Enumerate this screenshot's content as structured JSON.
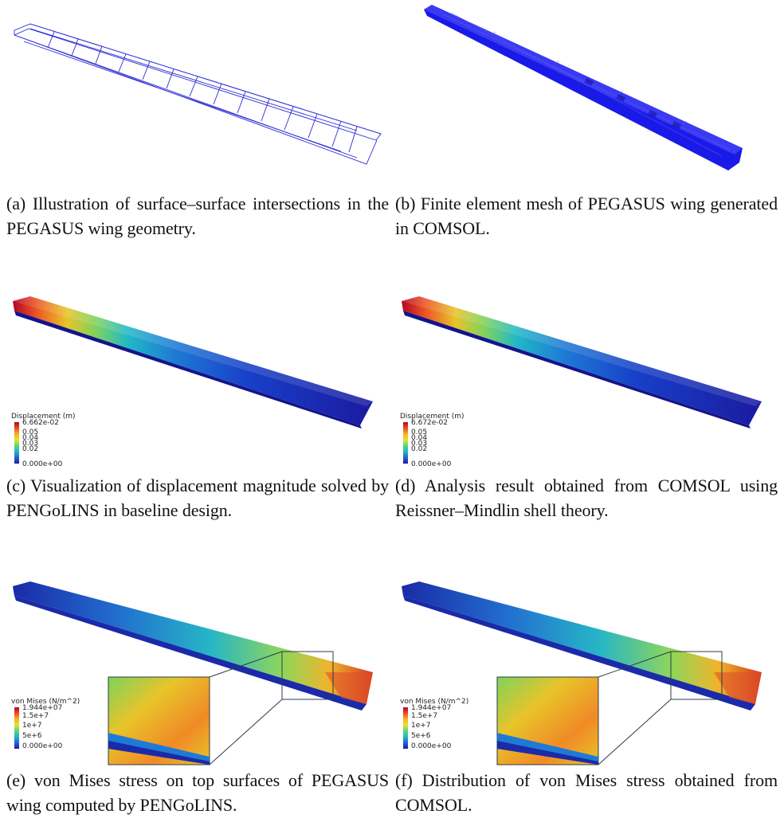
{
  "panels": [
    {
      "id": "a",
      "caption": "(a) Illustration of surface–surface intersections in the PEGASUS wing geometry."
    },
    {
      "id": "b",
      "caption": "(b) Finite element mesh of PEGASUS wing generated in COMSOL."
    },
    {
      "id": "c",
      "caption": "(c) Visualization of displacement magnitude solved by PENGoLINS in baseline design.",
      "legend": {
        "title": "Displacement (m)",
        "ticks": [
          "6.662e-02",
          "0.05",
          "0.04",
          "0.03",
          "0.02",
          "0.000e+00"
        ]
      }
    },
    {
      "id": "d",
      "caption": "(d) Analysis result obtained from COMSOL using Reissner–Mindlin shell theory.",
      "legend": {
        "title": "Displacement (m)",
        "ticks": [
          "6.672e-02",
          "0.05",
          "0.04",
          "0.03",
          "0.02",
          "0.000e+00"
        ]
      }
    },
    {
      "id": "e",
      "caption": "(e) von Mises stress on top surfaces of PEGASUS wing computed by PENGoLINS.",
      "legend": {
        "title": "von Mises (N/m^2)",
        "ticks": [
          "1.944e+07",
          "1.5e+7",
          "1e+7",
          "5e+6",
          "0.000e+00"
        ]
      }
    },
    {
      "id": "f",
      "caption": "(f) Distribution of von Mises stress obtained from COMSOL.",
      "legend": {
        "title": "von Mises (N/m^2)",
        "ticks": [
          "1.944e+07",
          "1.5e+7",
          "1e+7",
          "5e+6",
          "0.000e+00"
        ]
      }
    }
  ],
  "colors": {
    "wireframe": "#2a2ad6",
    "mesh": "#1a1ae8",
    "hot": "#b40426",
    "cold": "#1f1aa8"
  }
}
